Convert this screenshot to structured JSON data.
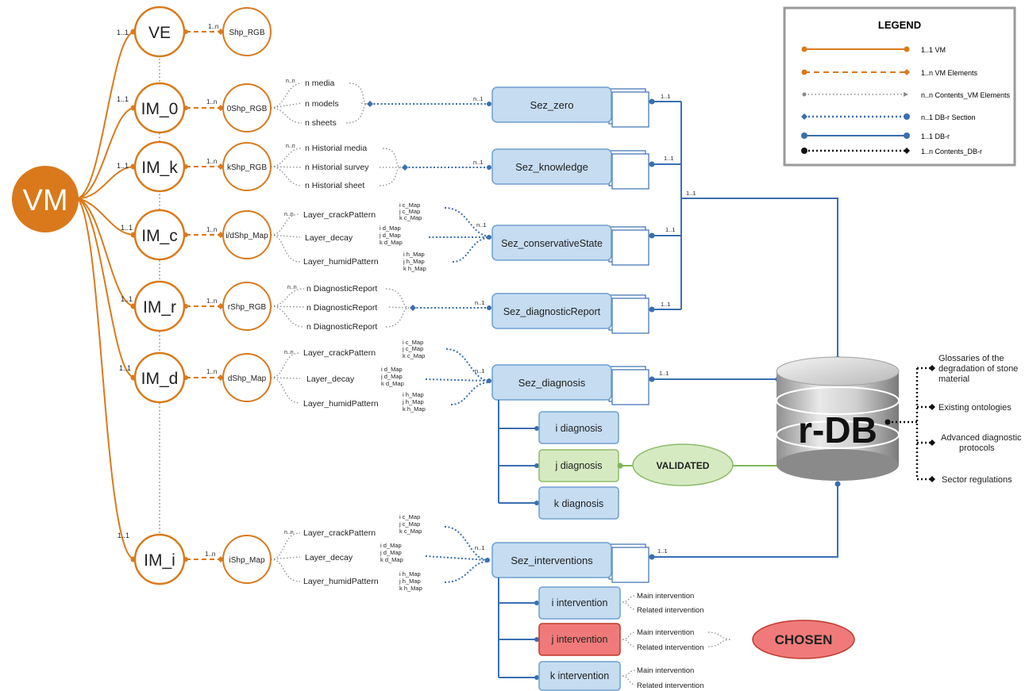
{
  "vm": {
    "label": "VM"
  },
  "im_nodes": [
    {
      "label": "VE",
      "shp": "Shp_RGB",
      "card": "1..1",
      "rel": "1..n"
    },
    {
      "label": "IM_0",
      "shp": "0Shp_RGB",
      "card": "1..1",
      "rel": "1..n"
    },
    {
      "label": "IM_k",
      "shp": "kShp_RGB",
      "card": "1..1",
      "rel": "1..n"
    },
    {
      "label": "IM_c",
      "shp": "i/dShp_Map",
      "card": "1..1",
      "rel": "1..n"
    },
    {
      "label": "IM_r",
      "shp": "rShp_RGB",
      "card": "1..1",
      "rel": "1..n"
    },
    {
      "label": "IM_d",
      "shp": "dShp_Map",
      "card": "1..1",
      "rel": "1..n"
    },
    {
      "label": "IM_i",
      "shp": "iShp_Map",
      "card": "1..1",
      "rel": "1..n"
    }
  ],
  "groups": {
    "zero": {
      "items": [
        "n media",
        "n models",
        "n sheets"
      ],
      "nn": "n..n"
    },
    "knowledge": {
      "items": [
        "n Historial media",
        "n Historial survey",
        "n Historial sheet"
      ],
      "nn": "n..n"
    },
    "diagnostic": {
      "items": [
        "n DiagnosticReport",
        "n DiagnosticReport",
        "n DiagnosticReport"
      ],
      "nn": "n..n"
    }
  },
  "layers": {
    "names": [
      "Layer_crackPattern",
      "Layer_decay",
      "Layer_humidPattern"
    ],
    "c_maps": [
      "i c_Map",
      "j c_Map",
      "k c_Map"
    ],
    "d_maps": [
      "i d_Map",
      "j d_Map",
      "k d_Map"
    ],
    "h_maps": [
      "i h_Map",
      "j h_Map",
      "k h_Map"
    ],
    "nn": "n..n"
  },
  "sections": [
    {
      "label": "Sez_zero",
      "in": "n..1",
      "out": "1..1"
    },
    {
      "label": "Sez_knowledge",
      "in": "n..1",
      "out": "1..1"
    },
    {
      "label": "Sez_conservativeState",
      "in": "n..1",
      "out": "1..1"
    },
    {
      "label": "Sez_diagnosticReport",
      "in": "n..1",
      "out": "1..1"
    },
    {
      "label": "Sez_diagnosis",
      "in": "n..1",
      "out": "1..1"
    },
    {
      "label": "Sez_interventions",
      "in": "n..1",
      "out": "1..1"
    }
  ],
  "bus_card": "1..1",
  "diagnoses": [
    "i diagnosis",
    "j diagnosis",
    "k diagnosis"
  ],
  "validated": "VALIDATED",
  "interventions": [
    "i intervention",
    "j intervention",
    "k intervention"
  ],
  "intervention_options": [
    "Main intervention",
    "Related intervention"
  ],
  "chosen": "CHOSEN",
  "db": {
    "label": "r-DB"
  },
  "db_links": [
    "Glossaries of the degradation of stone material",
    "Existing ontologies",
    "Advanced diagnostic protocols",
    "Sector regulations"
  ],
  "legend": {
    "title": "LEGEND",
    "items": [
      {
        "label": "1..1 VM",
        "color": "#d97a1c",
        "style": "solid",
        "ends": "dot-dot"
      },
      {
        "label": "1..n VM Elements",
        "color": "#d97a1c",
        "style": "dashed",
        "ends": "dot-diamond"
      },
      {
        "label": "n..n Contents_VM Elements",
        "color": "#8a8a8a",
        "style": "dotted",
        "ends": "dot-arrow"
      },
      {
        "label": "n..1 DB-r Section",
        "color": "#3a6fb0",
        "style": "dotted",
        "ends": "diamond-dot"
      },
      {
        "label": "1..1 DB-r",
        "color": "#3a6fb0",
        "style": "solid",
        "ends": "dot-dot"
      },
      {
        "label": "1..n Contents_DB-r",
        "color": "#111111",
        "style": "dotted",
        "ends": "dot-diamond"
      }
    ]
  },
  "colors": {
    "orange": "#d97a1c",
    "blue": "#3a6fb0",
    "box_fill": "#c5dcf1",
    "box_stroke": "#6f9fcf",
    "green_fill": "#d6eac2",
    "green_stroke": "#8dbb6a",
    "red_fill": "#f07a7a",
    "red_stroke": "#c0392b"
  }
}
